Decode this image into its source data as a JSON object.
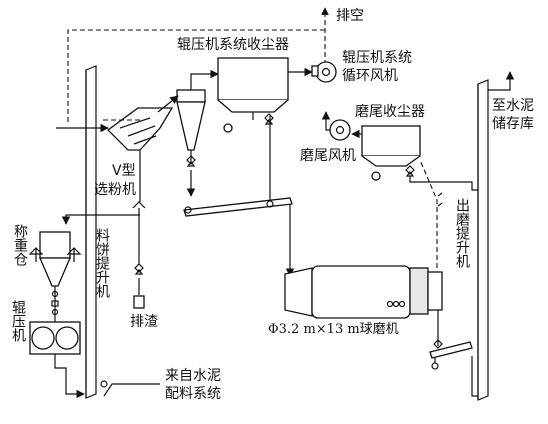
{
  "labels": {
    "exhaust": "排空",
    "roller_dust_collector": "辊压机系统收尘器",
    "roller_fan_l1": "辊压机系统",
    "roller_fan_l2": "循环风机",
    "v_separator_l1": "V型",
    "v_separator_l2": "选粉机",
    "weigh_bin": "称重仓",
    "cake_elevator": "料饼提升机",
    "roller_press": "辊压机",
    "slag": "排渣",
    "mill_dust_collector": "磨尾收尘器",
    "mill_fan": "磨尾风机",
    "to_silo_l1": "至水泥",
    "to_silo_l2": "储存库",
    "mill_elevator": "出磨提升机",
    "ball_mill": "Φ3.2 m×13 m球磨机",
    "from_batching_l1": "来自水泥",
    "from_batching_l2": "配料系统"
  }
}
